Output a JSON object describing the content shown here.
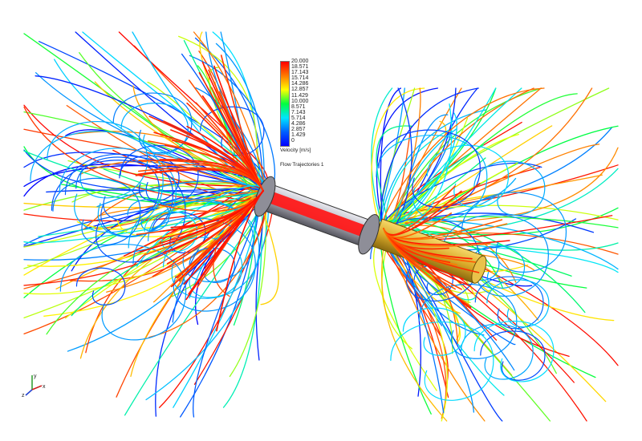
{
  "legend": {
    "ticks": [
      "20.000",
      "18.571",
      "17.143",
      "15.714",
      "14.286",
      "12.857",
      "11.429",
      "10.000",
      "8.571",
      "7.143",
      "5.714",
      "4.286",
      "2.857",
      "1.429",
      "0"
    ],
    "units_label": "Velocity [m/s]",
    "title": "Flow Trajectories 1",
    "colors": [
      "#ff0000",
      "#ff7a00",
      "#ffff00",
      "#00ff40",
      "#00e5ff",
      "#0060ff",
      "#0000ff"
    ]
  },
  "axes_triad": {
    "labels": [
      "y",
      "x",
      "z"
    ]
  },
  "geometry_colors": {
    "shaft": "#c0c0c8",
    "cylinder": "#e2b431",
    "hub": "#9a9aa2"
  }
}
